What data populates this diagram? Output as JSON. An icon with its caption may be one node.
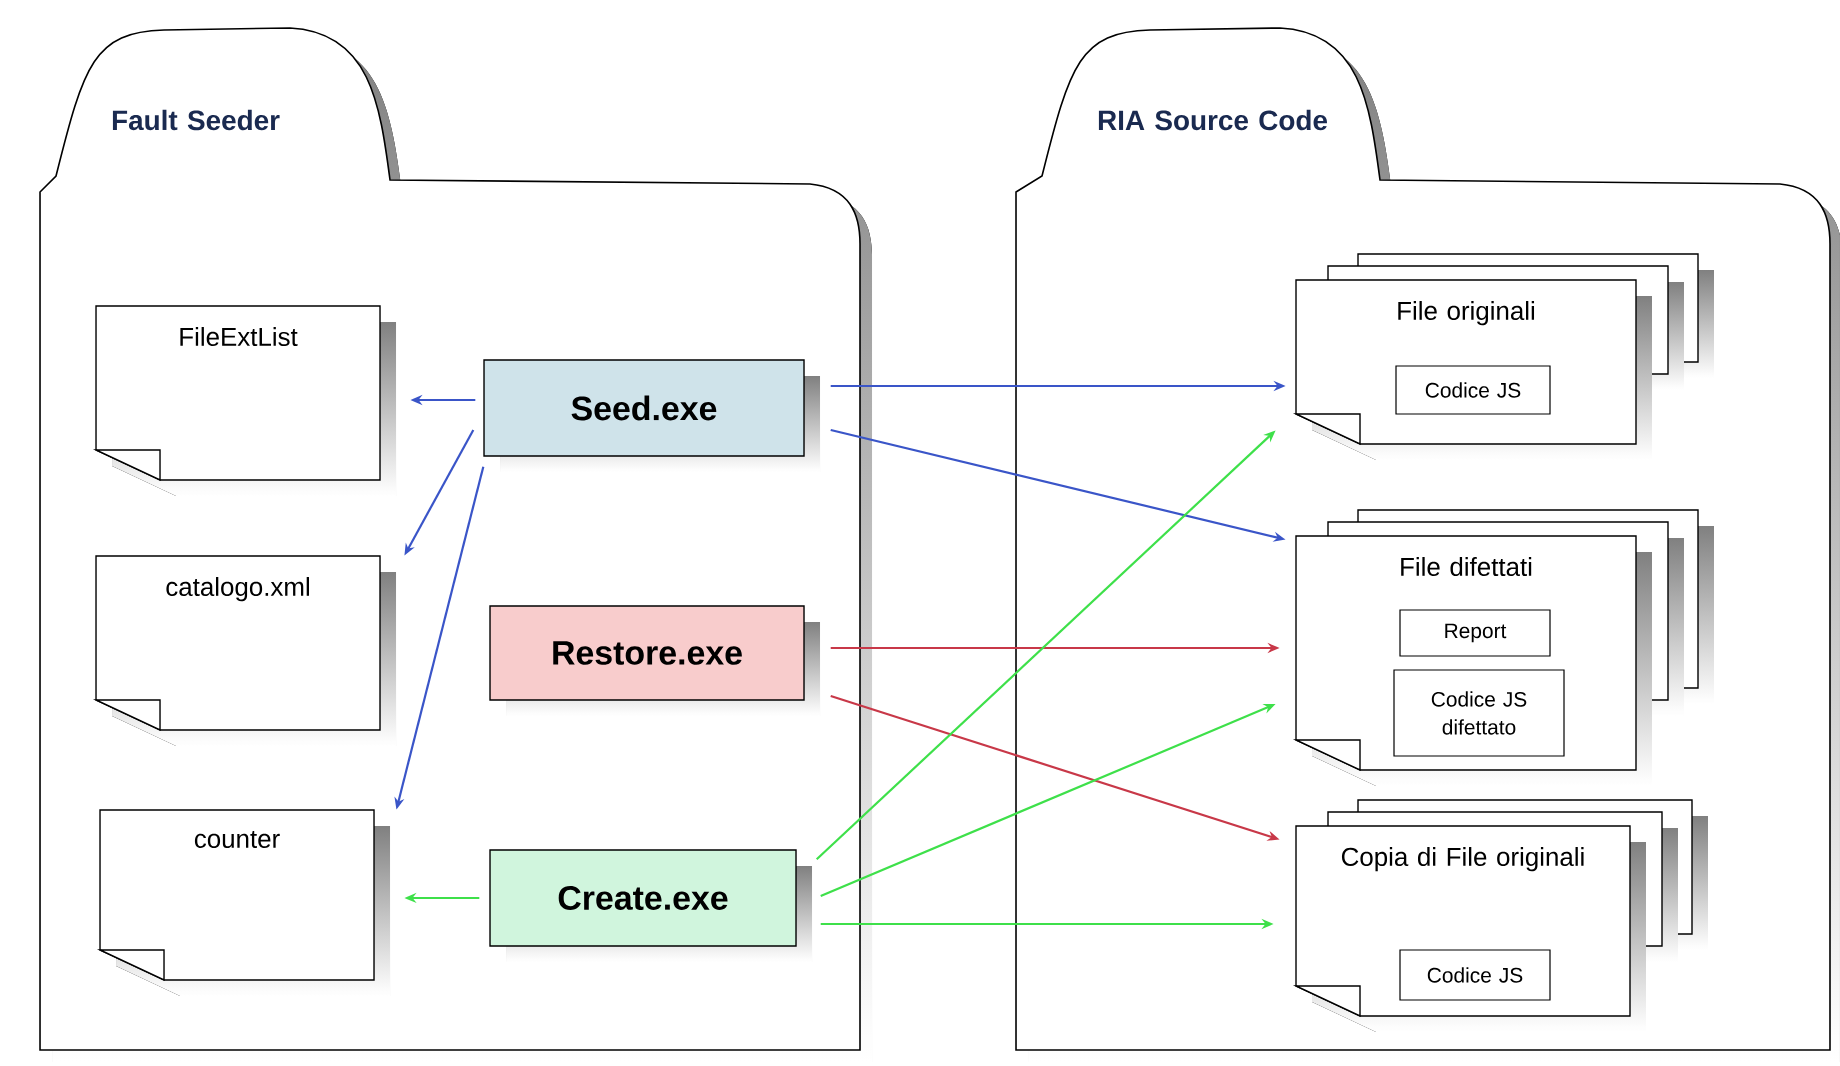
{
  "diagram": {
    "nodes": [
      {
        "text": [
          "Fault Seeder"
        ]
      },
      {
        "text": [
          "FileExtList"
        ],
        "in": 0
      },
      {
        "text": [
          "catalogo.xml"
        ],
        "in": 0
      },
      {
        "text": [
          "counter"
        ],
        "in": 0
      },
      {
        "text": [
          "Seed.exe"
        ],
        "in": 0
      },
      {
        "text": [
          "Restore.exe"
        ],
        "in": 0
      },
      {
        "text": [
          "Create.exe"
        ],
        "in": 0
      },
      {
        "text": [
          "RIA Source Code"
        ]
      },
      {
        "text": [
          "File originali"
        ],
        "in": 7
      },
      {
        "text": [
          "Codice JS"
        ],
        "in": 8
      },
      {
        "text": [
          "File difettati"
        ],
        "in": 7
      },
      {
        "text": [
          "Report"
        ],
        "in": 10
      },
      {
        "text": [
          "Codice JS difettato"
        ],
        "in": 10
      },
      {
        "text": [
          "Copia di File originali"
        ],
        "in": 7
      },
      {
        "text": [
          "Codice JS"
        ],
        "in": 13
      }
    ],
    "edges": [
      {
        "from": 4,
        "to": 1,
        "arrow": "to",
        "color": "#3a55c8"
      },
      {
        "from": 4,
        "to": 2,
        "arrow": "to",
        "color": "#3a55c8"
      },
      {
        "from": 4,
        "to": 3,
        "arrow": "to",
        "color": "#3a55c8"
      },
      {
        "from": 4,
        "to": 8,
        "arrow": "to",
        "color": "#3a55c8"
      },
      {
        "from": 4,
        "to": 10,
        "arrow": "to",
        "color": "#3a55c8"
      },
      {
        "from": 5,
        "to": 10,
        "arrow": "to",
        "color": "#c83848"
      },
      {
        "from": 5,
        "to": 13,
        "arrow": "to",
        "color": "#c83848"
      },
      {
        "from": 6,
        "to": 3,
        "arrow": "to",
        "color": "#3ee04a"
      },
      {
        "from": 6,
        "to": 8,
        "arrow": "to",
        "color": "#3ee04a"
      },
      {
        "from": 6,
        "to": 10,
        "arrow": "to",
        "color": "#3ee04a"
      },
      {
        "from": 6,
        "to": 13,
        "arrow": "to",
        "color": "#3ee04a"
      }
    ]
  }
}
